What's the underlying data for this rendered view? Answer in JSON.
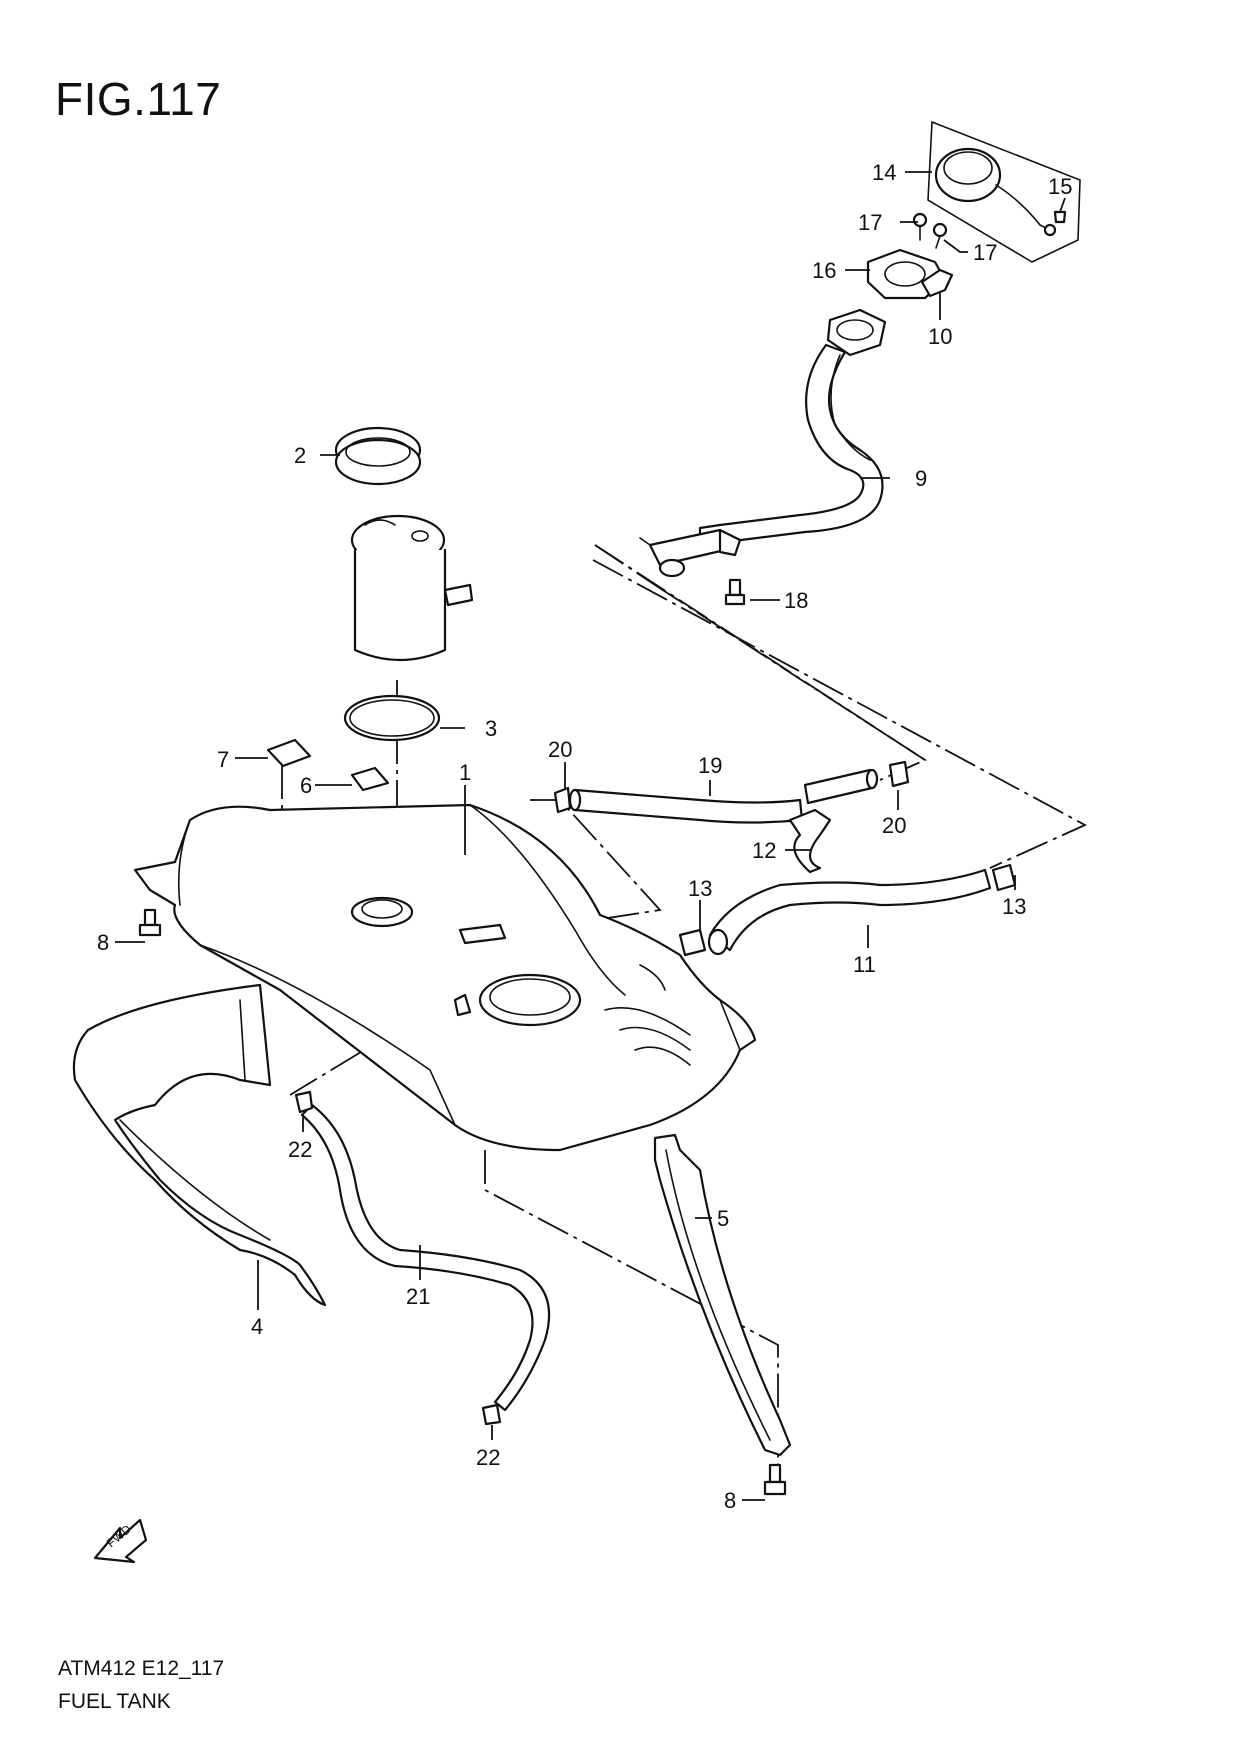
{
  "figure_title": "FIG.117",
  "diagram_code": "ATM412 E12_117",
  "section_name": "FUEL TANK",
  "fwd_label": "FWD",
  "callouts": {
    "c1": "1",
    "c2": "2",
    "c3": "3",
    "c4": "4",
    "c5": "5",
    "c6": "6",
    "c7": "7",
    "c8a": "8",
    "c8b": "8",
    "c9": "9",
    "c10": "10",
    "c11": "11",
    "c12": "12",
    "c13a": "13",
    "c13b": "13",
    "c14": "14",
    "c15": "15",
    "c16": "16",
    "c17a": "17",
    "c17b": "17",
    "c18": "18",
    "c19": "19",
    "c20a": "20",
    "c20b": "20",
    "c21": "21",
    "c22a": "22",
    "c22b": "22"
  }
}
